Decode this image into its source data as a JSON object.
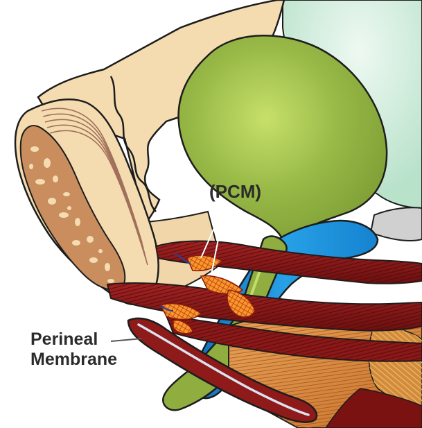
{
  "labels": {
    "pcm": "(PCM)",
    "perineal_line1": "Perineal",
    "perineal_line2": "Membrane"
  },
  "colors": {
    "background": "#ffffff",
    "bone_beige": "#f3dcb2",
    "bone_outline": "#1d1d1d",
    "bone_marrow": "#c9895a",
    "bladder_green": "#8fae3f",
    "bladder_highlight": "#c3dd6a",
    "organ_mint": "#c5e8d4",
    "vessel_blue": "#1f8fd6",
    "vessel_dark_blue": "#0f5fa8",
    "muscle_red": "#8e1a1a",
    "muscle_dark": "#5a0c0c",
    "muscle_orange": "#d9872f",
    "pcm_orange": "#ef8a1e",
    "pcm_grid": "#c62b12",
    "gray_tissue": "#cfcfcf"
  }
}
